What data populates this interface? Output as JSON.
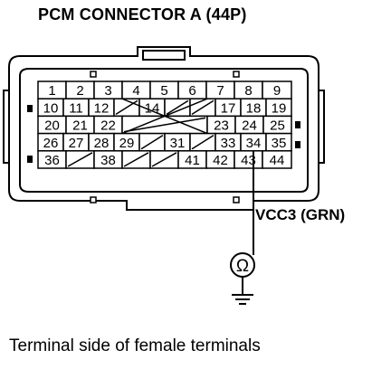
{
  "title": "PCM CONNECTOR A (44P)",
  "caption": "Terminal side of female terminals",
  "signal_label": "VCC3 (GRN)",
  "meter_symbol": "Ω",
  "connector": {
    "rows": [
      [
        {
          "num": "1"
        },
        {
          "num": "2"
        },
        {
          "num": "3"
        },
        {
          "num": "4"
        },
        {
          "num": "5"
        },
        {
          "num": "6"
        },
        {
          "num": "7"
        },
        {
          "num": "8"
        },
        {
          "num": "9"
        }
      ],
      [
        {
          "num": "10"
        },
        {
          "num": "11"
        },
        {
          "num": "12"
        },
        {
          "num": ""
        },
        {
          "num": "14"
        },
        {
          "num": ""
        },
        {
          "num": ""
        },
        {
          "num": "17"
        },
        {
          "num": "18"
        },
        {
          "num": "19"
        }
      ],
      [
        {
          "num": "20"
        },
        {
          "num": "21"
        },
        {
          "num": "22"
        },
        {
          "num": ""
        },
        {
          "num": "23"
        },
        {
          "num": "24"
        },
        {
          "num": "25"
        }
      ],
      [
        {
          "num": "26"
        },
        {
          "num": "27"
        },
        {
          "num": "28"
        },
        {
          "num": "29"
        },
        {
          "num": ""
        },
        {
          "num": "31"
        },
        {
          "num": ""
        },
        {
          "num": "33"
        },
        {
          "num": "34"
        },
        {
          "num": "35"
        }
      ],
      [
        {
          "num": "36"
        },
        {
          "num": ""
        },
        {
          "num": "38"
        },
        {
          "num": ""
        },
        {
          "num": ""
        },
        {
          "num": "41"
        },
        {
          "num": "42"
        },
        {
          "num": "43"
        },
        {
          "num": "44"
        }
      ]
    ],
    "probe_terminal": "34"
  }
}
